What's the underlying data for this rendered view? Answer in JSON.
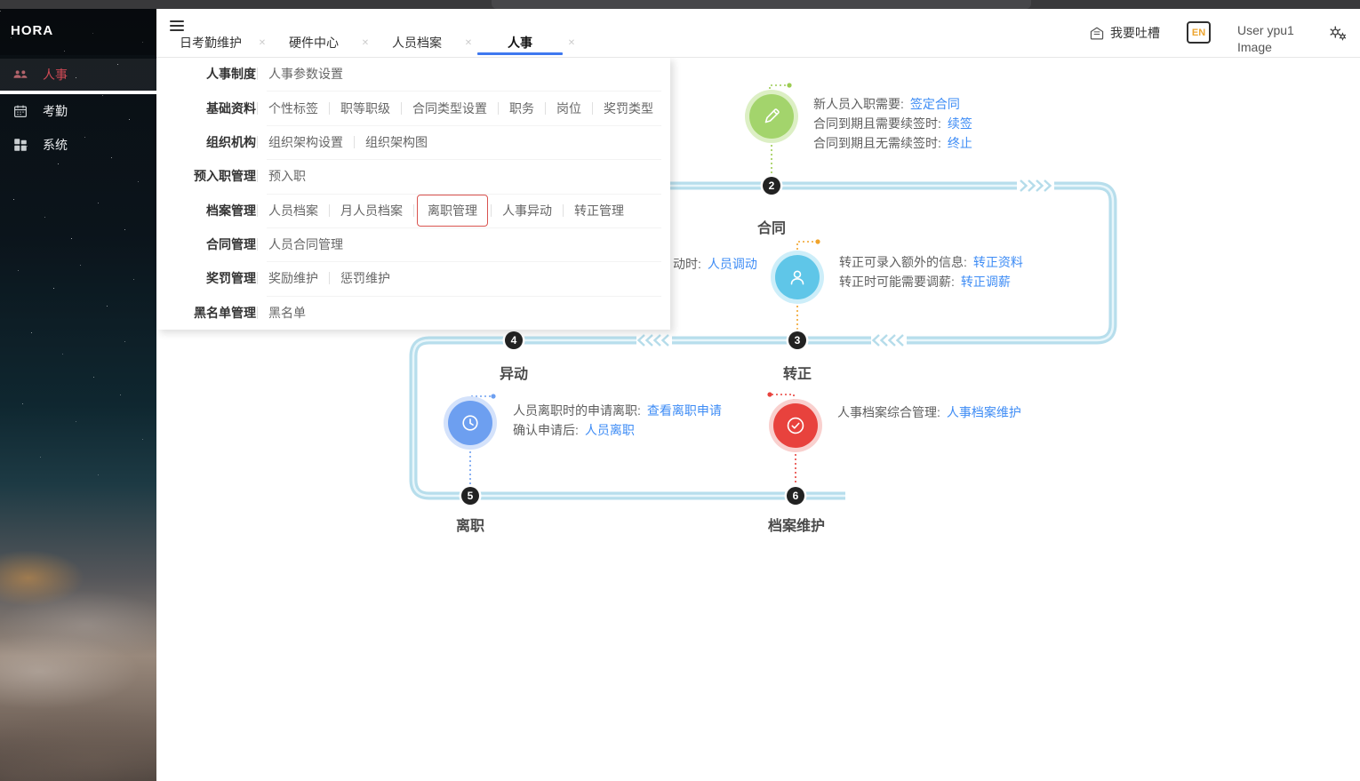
{
  "sidebar": {
    "logo": "HORA",
    "items": [
      {
        "label": "人事",
        "icon": "people-icon",
        "active": true
      },
      {
        "label": "考勤",
        "icon": "calendar-icon",
        "active": false
      },
      {
        "label": "系统",
        "icon": "grid-icon",
        "active": false
      }
    ]
  },
  "header": {
    "tabs": [
      {
        "label": "日考勤维护",
        "active": false
      },
      {
        "label": "硬件中心",
        "active": false
      },
      {
        "label": "人员档案",
        "active": false
      },
      {
        "label": "人事",
        "active": true
      }
    ],
    "tab_close_glyph": "✕",
    "feedback_label": "我要吐槽",
    "lang_label": "EN",
    "user": {
      "line1": "User ypu1",
      "line2": "Image"
    }
  },
  "menu": {
    "rows": [
      {
        "category": "人事制度",
        "items": [
          {
            "label": "人事参数设置"
          }
        ]
      },
      {
        "category": "基础资料",
        "items": [
          {
            "label": "个性标签"
          },
          {
            "label": "职等职级"
          },
          {
            "label": "合同类型设置"
          },
          {
            "label": "职务"
          },
          {
            "label": "岗位"
          },
          {
            "label": "奖罚类型"
          }
        ]
      },
      {
        "category": "组织机构",
        "items": [
          {
            "label": "组织架构设置"
          },
          {
            "label": "组织架构图"
          }
        ]
      },
      {
        "category": "预入职管理",
        "items": [
          {
            "label": "预入职"
          }
        ]
      },
      {
        "category": "档案管理",
        "items": [
          {
            "label": "人员档案"
          },
          {
            "label": "月人员档案"
          },
          {
            "label": "离职管理",
            "highlighted": true
          },
          {
            "label": "人事异动"
          },
          {
            "label": "转正管理"
          }
        ]
      },
      {
        "category": "合同管理",
        "items": [
          {
            "label": "人员合同管理"
          }
        ]
      },
      {
        "category": "奖罚管理",
        "items": [
          {
            "label": "奖励维护"
          },
          {
            "label": "惩罚维护"
          }
        ]
      },
      {
        "category": "黑名单管理",
        "items": [
          {
            "label": "黑名单"
          }
        ]
      }
    ]
  },
  "flow": {
    "stations": {
      "contract": {
        "num": "2",
        "label": "合同",
        "icon": "pencil-icon",
        "lines": [
          {
            "prefix": "新人员入职需要:",
            "link": "签定合同"
          },
          {
            "prefix": "合同到期且需要续签时:",
            "link": "续签"
          },
          {
            "prefix": "合同到期且无需续签时:",
            "link": "终止"
          }
        ]
      },
      "regular": {
        "num": "3",
        "label": "转正",
        "icon": "person-icon",
        "lines": [
          {
            "prefix": "转正可录入额外的信息:",
            "link": "转正资料"
          },
          {
            "prefix": "转正时可能需要调薪:",
            "link": "转正调薪"
          }
        ]
      },
      "transfer": {
        "num": "4",
        "label": "异动",
        "fragment": {
          "prefix": "动时:",
          "link": "人员调动"
        }
      },
      "resign": {
        "num": "5",
        "label": "离职",
        "icon": "history-clock-icon",
        "lines": [
          {
            "prefix": "人员离职时的申请离职:",
            "link": "查看离职申请"
          },
          {
            "prefix": "确认申请后:",
            "link": "人员离职"
          }
        ]
      },
      "archive": {
        "num": "6",
        "label": "档案维护",
        "icon": "check-circle-icon",
        "lines": [
          {
            "prefix": "人事档案综合管理:",
            "link": "人事档案维护"
          }
        ]
      }
    }
  },
  "colors": {
    "accent_link_blue": "#3e8cf5",
    "track_blue": "#b7deec",
    "tab_underline_blue": "#3e78ef",
    "sidebar_active_red": "#cf4a55",
    "highlight_border_red": "#d9534f",
    "step_green": "#a3d46c",
    "step_sky_blue": "#5fc6e8",
    "step_cornflower": "#6d9ff0",
    "step_red": "#e8423d",
    "connector_orange": "#f0a32a",
    "lang_orange": "#eda52f",
    "badge_black": "#222222"
  }
}
